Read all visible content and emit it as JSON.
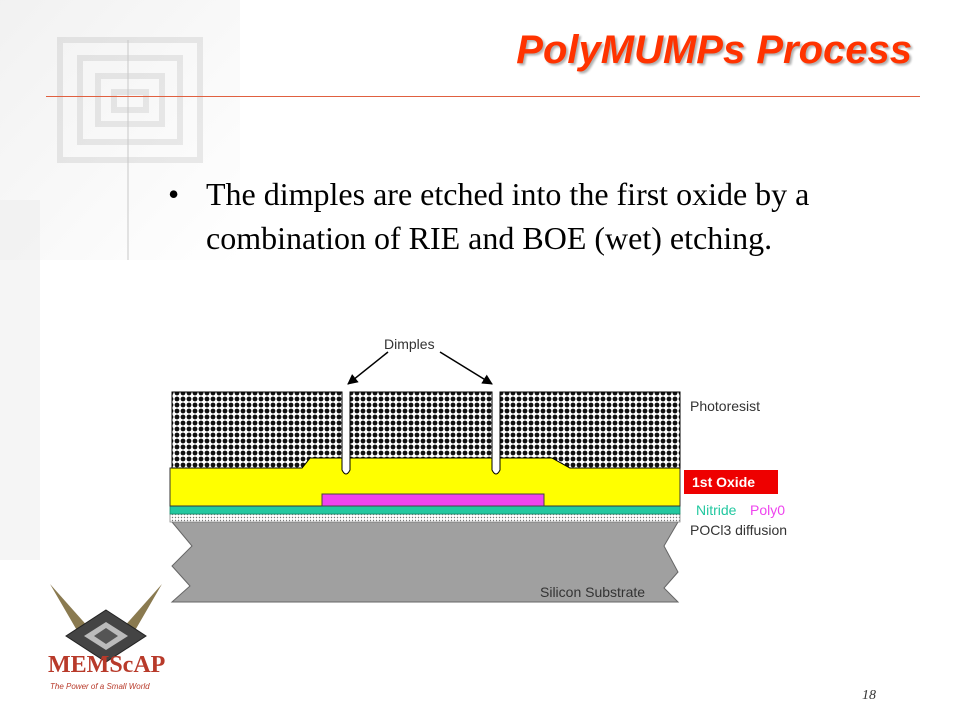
{
  "slide": {
    "title": "PolyMUMPs Process",
    "bullet": "The dimples are etched into the first oxide by a combination of RIE and BOE (wet) etching.",
    "page_number": "18"
  },
  "diagram": {
    "labels": {
      "dimples": "Dimples",
      "photoresist": "Photoresist",
      "first_oxide": "1st Oxide",
      "nitride": "Nitride",
      "poly0": "Poly0",
      "poci3": "POCl3 diffusion",
      "substrate": "Silicon Substrate"
    },
    "colors": {
      "oxide": "#ffff00",
      "nitride": "#22c8a0",
      "poly0": "#ee44ee",
      "substrate": "#a0a0a0",
      "oxide_label_bg": "#ee0000",
      "nitride_label": "#22c8a0",
      "poly0_label": "#ee44ee",
      "title": "#ff3300"
    }
  },
  "logo": {
    "name": "MEMScAP",
    "tagline": "The Power of a Small World"
  }
}
